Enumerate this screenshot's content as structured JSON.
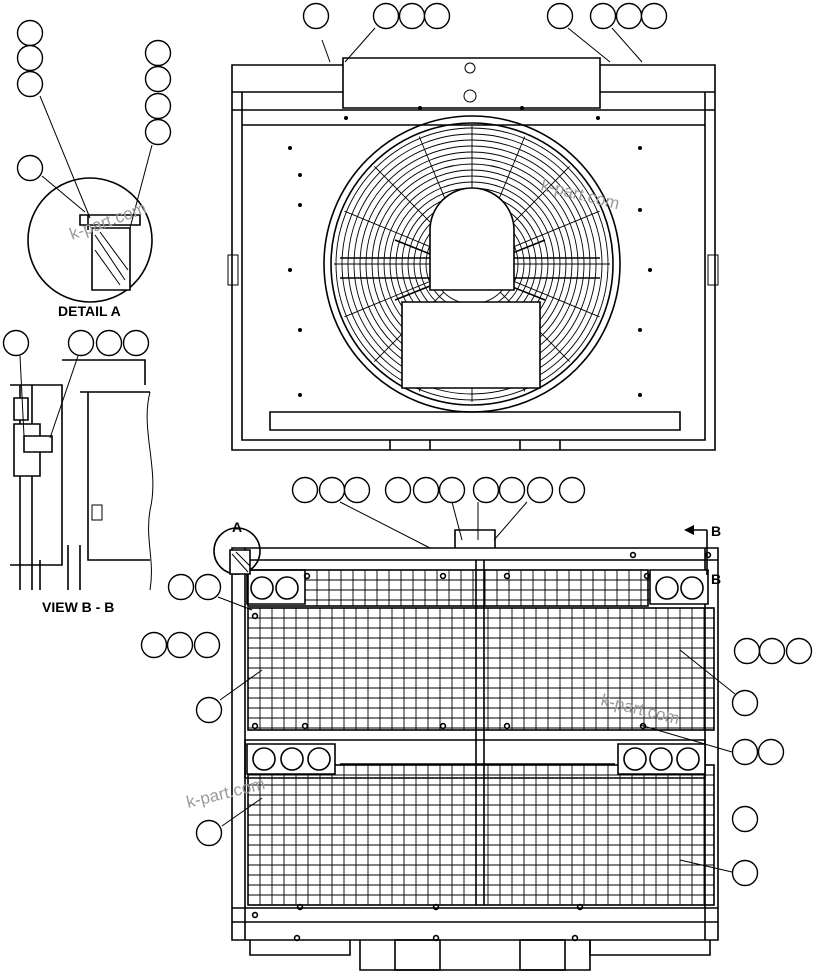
{
  "labels": {
    "detail": "DETAIL A",
    "view": "VIEW B - B",
    "section_arrow_1": "B",
    "section_arrow_2": "B",
    "detail_marker": "A"
  },
  "watermarks": [
    "k-part.com",
    "k-part.com",
    "k-part.com",
    "k-part.com"
  ]
}
